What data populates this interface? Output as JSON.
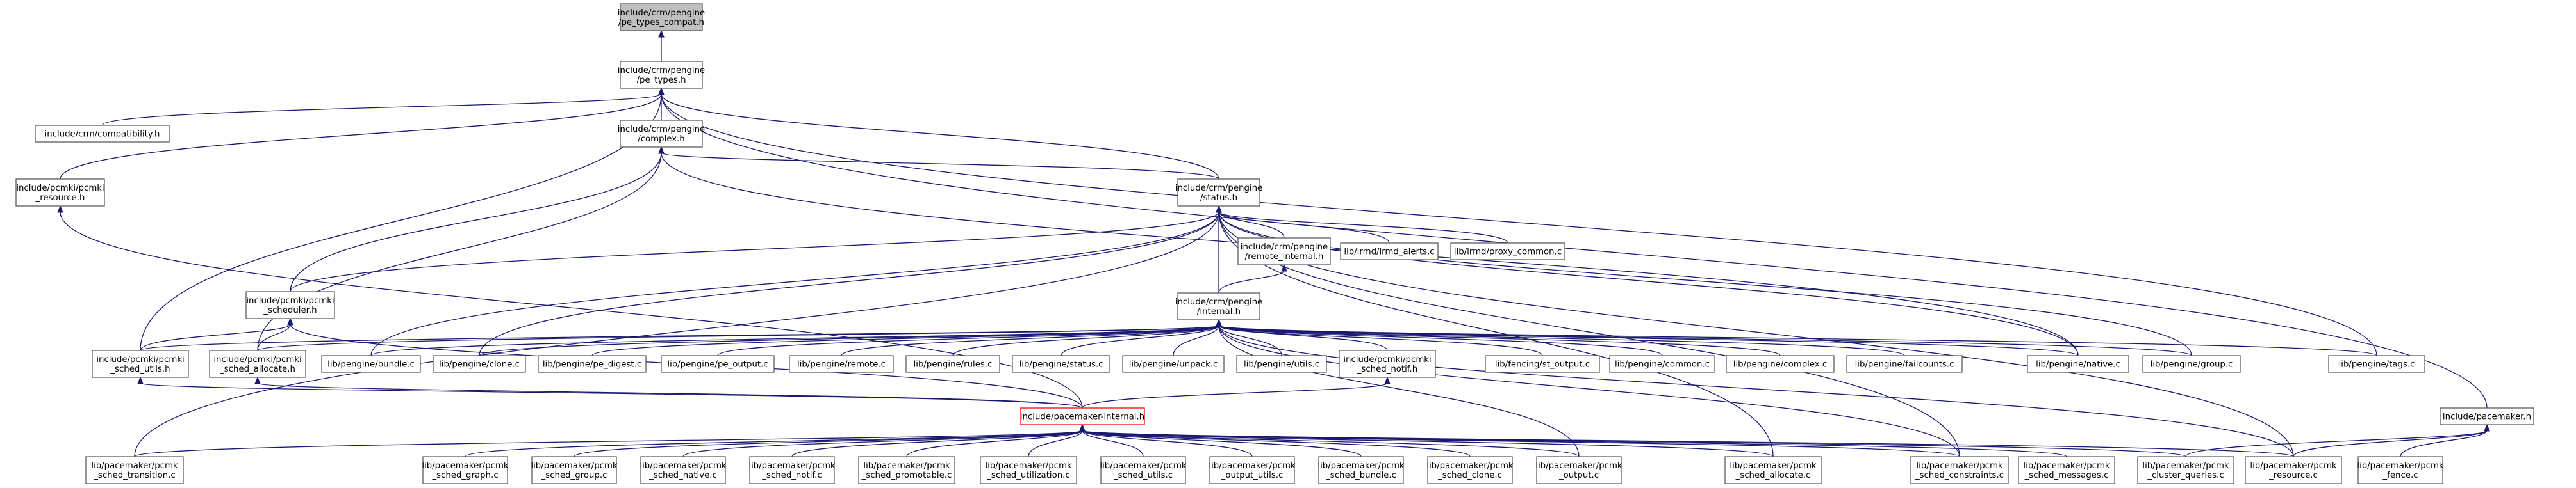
{
  "graph": {
    "colors": {
      "edge": "#191970",
      "node_border": "#5c5c5c",
      "root_fill": "#bfbfbf",
      "partial_border": "#ff0000"
    },
    "nodes": [
      {
        "id": "pe_types_compat",
        "lines": [
          "include/crm/pengine",
          "/pe_types_compat.h"
        ],
        "style": "root"
      },
      {
        "id": "pe_types",
        "lines": [
          "include/crm/pengine",
          "/pe_types.h"
        ]
      },
      {
        "id": "compatibility",
        "lines": [
          "include/crm/compatibility.h"
        ]
      },
      {
        "id": "complex_h",
        "lines": [
          "include/crm/pengine",
          "/complex.h"
        ]
      },
      {
        "id": "pcmki_resource",
        "lines": [
          "include/pcmki/pcmki",
          "_resource.h"
        ]
      },
      {
        "id": "status_h",
        "lines": [
          "include/crm/pengine",
          "/status.h"
        ]
      },
      {
        "id": "remote_internal",
        "lines": [
          "include/crm/pengine",
          "/remote_internal.h"
        ]
      },
      {
        "id": "fmd_alerts",
        "lines": [
          "lib/lrmd/lrmd_alerts.c"
        ]
      },
      {
        "id": "proxy_common",
        "lines": [
          "lib/lrmd/proxy_common.c"
        ]
      },
      {
        "id": "pcmki_scheduler",
        "lines": [
          "include/pcmki/pcmki",
          "_scheduler.h"
        ]
      },
      {
        "id": "pengine_internal",
        "lines": [
          "include/crm/pengine",
          "/internal.h"
        ]
      },
      {
        "id": "pcmki_sched_utils",
        "lines": [
          "include/pcmki/pcmki",
          "_sched_utils.h"
        ]
      },
      {
        "id": "pcmki_sched_allocate",
        "lines": [
          "include/pcmki/pcmki",
          "_sched_allocate.h"
        ]
      },
      {
        "id": "bundle_c",
        "lines": [
          "lib/pengine/bundle.c"
        ]
      },
      {
        "id": "clone_c",
        "lines": [
          "lib/pengine/clone.c"
        ]
      },
      {
        "id": "pe_digest_c",
        "lines": [
          "lib/pengine/pe_digest.c"
        ]
      },
      {
        "id": "pe_output_c",
        "lines": [
          "lib/pengine/pe_output.c"
        ]
      },
      {
        "id": "remote_c",
        "lines": [
          "lib/pengine/remote.c"
        ]
      },
      {
        "id": "rules_c",
        "lines": [
          "lib/pengine/rules.c"
        ]
      },
      {
        "id": "status_c",
        "lines": [
          "lib/pengine/status.c"
        ]
      },
      {
        "id": "unpack_c",
        "lines": [
          "lib/pengine/unpack.c"
        ]
      },
      {
        "id": "utils_c",
        "lines": [
          "lib/pengine/utils.c"
        ]
      },
      {
        "id": "pcmki_sched_notif",
        "lines": [
          "include/pcmki/pcmki",
          "_sched_notif.h"
        ]
      },
      {
        "id": "st_output",
        "lines": [
          "lib/fencing/st_output.c"
        ]
      },
      {
        "id": "common_c",
        "lines": [
          "lib/pengine/common.c"
        ]
      },
      {
        "id": "complex_c",
        "lines": [
          "lib/pengine/complex.c"
        ]
      },
      {
        "id": "failcounts_c",
        "lines": [
          "lib/pengine/failcounts.c"
        ]
      },
      {
        "id": "native_c",
        "lines": [
          "lib/pengine/native.c"
        ]
      },
      {
        "id": "group_c",
        "lines": [
          "lib/pengine/group.c"
        ]
      },
      {
        "id": "tags_c",
        "lines": [
          "lib/pengine/tags.c"
        ]
      },
      {
        "id": "pacemaker_h",
        "lines": [
          "include/pacemaker.h"
        ]
      },
      {
        "id": "pacemaker_internal",
        "lines": [
          "include/pacemaker-internal.h"
        ],
        "style": "partial"
      },
      {
        "id": "sched_transition",
        "lines": [
          "lib/pacemaker/pcmk",
          "_sched_transition.c"
        ]
      },
      {
        "id": "sched_graph",
        "lines": [
          "lib/pacemaker/pcmk",
          "_sched_graph.c"
        ]
      },
      {
        "id": "sched_group",
        "lines": [
          "lib/pacemaker/pcmk",
          "_sched_group.c"
        ]
      },
      {
        "id": "sched_native",
        "lines": [
          "lib/pacemaker/pcmk",
          "_sched_native.c"
        ]
      },
      {
        "id": "sched_notif",
        "lines": [
          "lib/pacemaker/pcmk",
          "_sched_notif.c"
        ]
      },
      {
        "id": "sched_promotable",
        "lines": [
          "lib/pacemaker/pcmk",
          "_sched_promotable.c"
        ]
      },
      {
        "id": "sched_utilization",
        "lines": [
          "lib/pacemaker/pcmk",
          "_sched_utilization.c"
        ]
      },
      {
        "id": "sched_utils",
        "lines": [
          "lib/pacemaker/pcmk",
          "_sched_utils.c"
        ]
      },
      {
        "id": "output_utils",
        "lines": [
          "lib/pacemaker/pcmk",
          "_output_utils.c"
        ]
      },
      {
        "id": "sched_bundle",
        "lines": [
          "lib/pacemaker/pcmk",
          "_sched_bundle.c"
        ]
      },
      {
        "id": "sched_clone",
        "lines": [
          "lib/pacemaker/pcmk",
          "_sched_clone.c"
        ]
      },
      {
        "id": "output_c",
        "lines": [
          "lib/pacemaker/pcmk",
          "_output.c"
        ]
      },
      {
        "id": "sched_allocate_c",
        "lines": [
          "lib/pacemaker/pcmk",
          "_sched_allocate.c"
        ]
      },
      {
        "id": "sched_constraints",
        "lines": [
          "lib/pacemaker/pcmk",
          "_sched_constraints.c"
        ]
      },
      {
        "id": "sched_messages",
        "lines": [
          "lib/pacemaker/pcmk",
          "_sched_messages.c"
        ]
      },
      {
        "id": "cluster_queries",
        "lines": [
          "lib/pacemaker/pcmk",
          "_cluster_queries.c"
        ]
      },
      {
        "id": "resource_c",
        "lines": [
          "lib/pacemaker/pcmk",
          "_resource.c"
        ]
      },
      {
        "id": "fence_c",
        "lines": [
          "lib/pacemaker/pcmk",
          "_fence.c"
        ]
      }
    ],
    "edges": [
      [
        "pe_types",
        "pe_types_compat"
      ],
      [
        "compatibility",
        "pe_types"
      ],
      [
        "complex_h",
        "pe_types"
      ],
      [
        "pcmki_resource",
        "pe_types"
      ],
      [
        "status_h",
        "pe_types"
      ],
      [
        "pcmki_sched_utils",
        "pe_types"
      ],
      [
        "tags_c",
        "pe_types"
      ],
      [
        "pacemaker_h",
        "pe_types"
      ],
      [
        "status_h",
        "complex_h"
      ],
      [
        "pcmki_scheduler",
        "complex_h"
      ],
      [
        "pcmki_sched_allocate",
        "complex_h"
      ],
      [
        "native_c",
        "complex_h"
      ],
      [
        "remote_internal",
        "status_h"
      ],
      [
        "fmd_alerts",
        "status_h"
      ],
      [
        "proxy_common",
        "status_h"
      ],
      [
        "pcmki_scheduler",
        "status_h"
      ],
      [
        "pengine_internal",
        "status_h"
      ],
      [
        "sched_transition",
        "status_h"
      ],
      [
        "bundle_c",
        "status_h"
      ],
      [
        "clone_c",
        "status_h"
      ],
      [
        "native_c",
        "status_h"
      ],
      [
        "group_c",
        "status_h"
      ],
      [
        "sched_allocate_c",
        "status_h"
      ],
      [
        "sched_constraints",
        "status_h"
      ],
      [
        "resource_c",
        "status_h"
      ],
      [
        "pengine_internal",
        "remote_internal"
      ],
      [
        "pacemaker_internal",
        "pcmki_resource"
      ],
      [
        "pcmki_sched_utils",
        "pcmki_scheduler"
      ],
      [
        "pcmki_sched_allocate",
        "pcmki_scheduler"
      ],
      [
        "pacemaker_internal",
        "pcmki_scheduler"
      ],
      [
        "pcmki_sched_utils",
        "pengine_internal"
      ],
      [
        "pcmki_sched_allocate",
        "pengine_internal"
      ],
      [
        "bundle_c",
        "pengine_internal"
      ],
      [
        "clone_c",
        "pengine_internal"
      ],
      [
        "pe_digest_c",
        "pengine_internal"
      ],
      [
        "pe_output_c",
        "pengine_internal"
      ],
      [
        "remote_c",
        "pengine_internal"
      ],
      [
        "rules_c",
        "pengine_internal"
      ],
      [
        "status_c",
        "pengine_internal"
      ],
      [
        "unpack_c",
        "pengine_internal"
      ],
      [
        "utils_c",
        "pengine_internal"
      ],
      [
        "pcmki_sched_notif",
        "pengine_internal"
      ],
      [
        "st_output",
        "pengine_internal"
      ],
      [
        "common_c",
        "pengine_internal"
      ],
      [
        "complex_c",
        "pengine_internal"
      ],
      [
        "failcounts_c",
        "pengine_internal"
      ],
      [
        "native_c",
        "pengine_internal"
      ],
      [
        "group_c",
        "pengine_internal"
      ],
      [
        "tags_c",
        "pengine_internal"
      ],
      [
        "output_c",
        "pengine_internal"
      ],
      [
        "sched_constraints",
        "pengine_internal"
      ],
      [
        "resource_c",
        "pengine_internal"
      ],
      [
        "pacemaker_internal",
        "pcmki_sched_utils"
      ],
      [
        "pacemaker_internal",
        "pcmki_sched_allocate"
      ],
      [
        "pacemaker_internal",
        "pcmki_sched_notif"
      ],
      [
        "sched_transition",
        "pacemaker_internal"
      ],
      [
        "sched_graph",
        "pacemaker_internal"
      ],
      [
        "sched_group",
        "pacemaker_internal"
      ],
      [
        "sched_native",
        "pacemaker_internal"
      ],
      [
        "sched_notif",
        "pacemaker_internal"
      ],
      [
        "sched_promotable",
        "pacemaker_internal"
      ],
      [
        "sched_utilization",
        "pacemaker_internal"
      ],
      [
        "sched_utils",
        "pacemaker_internal"
      ],
      [
        "output_utils",
        "pacemaker_internal"
      ],
      [
        "sched_bundle",
        "pacemaker_internal"
      ],
      [
        "sched_clone",
        "pacemaker_internal"
      ],
      [
        "output_c",
        "pacemaker_internal"
      ],
      [
        "sched_allocate_c",
        "pacemaker_internal"
      ],
      [
        "sched_constraints",
        "pacemaker_internal"
      ],
      [
        "sched_messages",
        "pacemaker_internal"
      ],
      [
        "cluster_queries",
        "pacemaker_internal"
      ],
      [
        "resource_c",
        "pacemaker_internal"
      ],
      [
        "cluster_queries",
        "pacemaker_h"
      ],
      [
        "resource_c",
        "pacemaker_h"
      ],
      [
        "fence_c",
        "pacemaker_h"
      ]
    ]
  }
}
